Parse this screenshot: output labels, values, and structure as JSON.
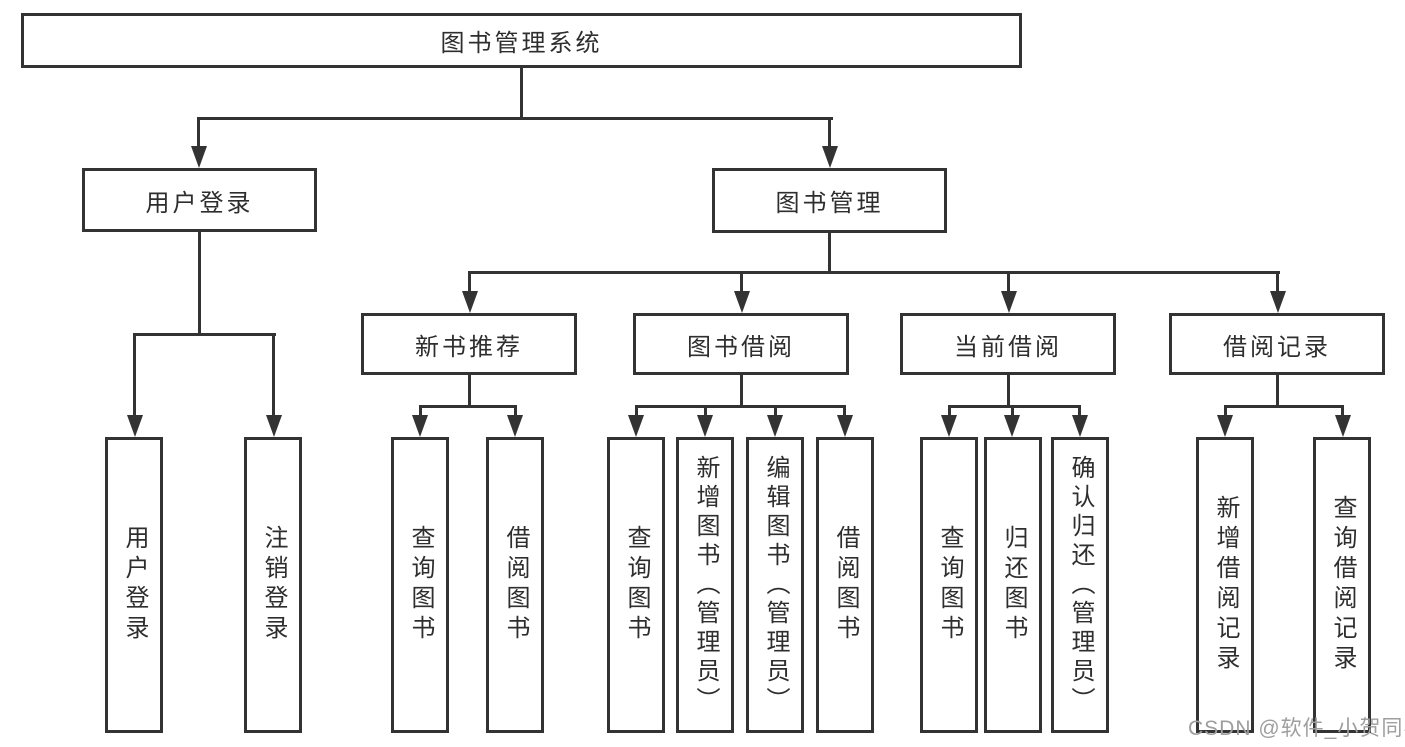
{
  "diagram": {
    "nodes": {
      "root": "图书管理系统",
      "user_login": {
        "label": "用户登录",
        "children": {
          "login": "用户登录",
          "logout": "注销登录"
        }
      },
      "book_mgmt": {
        "label": "图书管理"
      },
      "new_book_rec": {
        "label": "新书推荐",
        "children": {
          "query_books": "查询图书",
          "borrow_books": "借阅图书"
        }
      },
      "book_borrow": {
        "label": "图书借阅",
        "children": {
          "query_books": "查询图书",
          "add_books": "新增图书（管理员）",
          "edit_books": "编辑图书（管理员）",
          "borrow_books": "借阅图书"
        }
      },
      "current_borrow": {
        "label": "当前借阅",
        "children": {
          "query_books": "查询图书",
          "return_books": "归还图书",
          "confirm_return": "确认归还（管理员）"
        }
      },
      "borrow_records": {
        "label": "借阅记录",
        "children": {
          "add_record": "新增借阅记录",
          "query_record": "查询借阅记录"
        }
      }
    },
    "watermark": "CSDN @软件_小贺同学",
    "colors": {
      "line": "#333333",
      "text": "#2e2e2e",
      "background": "#ffffff",
      "watermark": "#9e9e9e"
    }
  }
}
